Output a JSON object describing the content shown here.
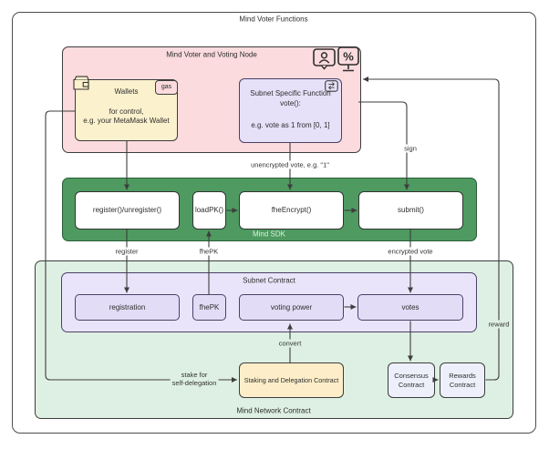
{
  "diagram": {
    "title": "Mind Voter Functions",
    "voter_node": {
      "title": "Mind Voter and Voting Node",
      "wallets": {
        "title": "Wallets",
        "desc1": "for control,",
        "desc2": "e.g. your MetaMask Wallet",
        "gas_badge": "gas"
      },
      "vote_fn": {
        "line1": "Subnet Specific Function",
        "line2": "vote():",
        "line3": "e.g. vote as 1 from [0, 1]",
        "swap_icon_glyph": "⇄"
      },
      "percent_icon_glyph": "%"
    },
    "sdk": {
      "title": "Mind SDK",
      "register_fn": "register()/unregister()",
      "loadpk_fn": "loadPK()",
      "encrypt_fn": "fheEncrypt()",
      "submit_fn": "submit()"
    },
    "network": {
      "title": "Mind Network Contract",
      "subnet": {
        "title": "Subnet Contract",
        "registration": "registration",
        "fhepk": "fhePK",
        "voting_power": "voting power",
        "votes": "votes"
      },
      "staking": "Staking and Delegation Contract",
      "consensus": "Consensus Contract",
      "rewards": "Rewards Contract"
    },
    "edges": {
      "unencrypted_vote": "unencrypted vote, e.g. \"1\"",
      "sign": "sign",
      "register": "register",
      "fhepk": "fhePK",
      "encrypted_vote": "encrypted vote",
      "convert": "convert",
      "stake_line1": "stake for",
      "stake_line2": "self-delegation",
      "reward": "reward"
    },
    "colors": {
      "node_pink": "#fbdbdd",
      "wallet_yellow": "#fbf1cd",
      "purple_light": "#e2dcf6",
      "sdk_green": "#4e9a60",
      "network_green": "#def0e3",
      "staking_yellow": "#fdeec9",
      "contract_lavender": "#edf0fb",
      "line_dark": "#3d3d3d"
    }
  }
}
